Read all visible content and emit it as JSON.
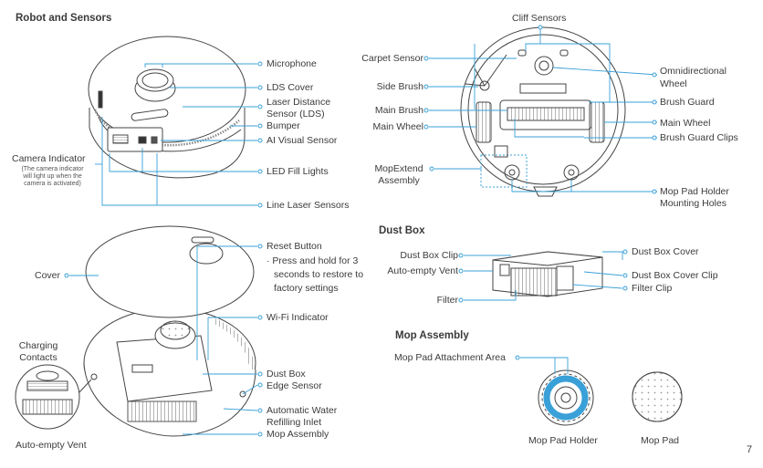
{
  "page_number": "7",
  "sections": {
    "robot": "Robot and Sensors",
    "dust_box": "Dust Box",
    "mop": "Mop Assembly"
  },
  "robot_top": {
    "microphone": "Microphone",
    "lds_cover": "LDS Cover",
    "lds_1": "Laser Distance",
    "lds_2": "Sensor (LDS)",
    "bumper": "Bumper",
    "ai_sensor": "AI Visual Sensor",
    "led": "LED Fill Lights",
    "line_laser": "Line Laser Sensors",
    "camera": "Camera Indicator",
    "camera_note_1": "(The camera indicator",
    "camera_note_2": "will light up when the",
    "camera_note_3": "camera is activated)"
  },
  "robot_open": {
    "cover": "Cover",
    "reset": "Reset Button",
    "reset_note_1": "· Press and hold for 3",
    "reset_note_2": "seconds to restore to",
    "reset_note_3": "factory settings",
    "wifi": "Wi-Fi Indicator",
    "charging_1": "Charging",
    "charging_2": "Contacts",
    "dust_box": "Dust Box",
    "edge_sensor": "Edge Sensor",
    "water_1": "Automatic Water",
    "water_2": "Refilling Inlet",
    "mop_assembly": "Mop Assembly",
    "auto_empty": "Auto-empty Vent"
  },
  "bottom": {
    "cliff": "Cliff Sensors",
    "carpet": "Carpet Sensor",
    "side_brush": "Side Brush",
    "main_brush": "Main Brush",
    "main_wheel_l": "Main Wheel",
    "mopextend_1": "MopExtend",
    "mopextend_2": "Assembly",
    "omni_1": "Omnidirectional",
    "omni_2": "Wheel",
    "brush_guard": "Brush Guard",
    "main_wheel_r": "Main Wheel",
    "brush_guard_clips": "Brush Guard Clips",
    "mop_holder_1": "Mop Pad Holder",
    "mop_holder_2": "Mounting Holes"
  },
  "dust": {
    "clip": "Dust Box Clip",
    "vent": "Auto-empty Vent",
    "filter": "Filter",
    "cover": "Dust Box Cover",
    "cover_clip": "Dust Box Cover Clip",
    "filter_clip": "Filter Clip"
  },
  "mop": {
    "attach": "Mop Pad Attachment Area",
    "holder": "Mop Pad Holder",
    "pad": "Mop Pad"
  },
  "colors": {
    "accent": "#3aa0d8",
    "line": "#3a3a3a"
  }
}
